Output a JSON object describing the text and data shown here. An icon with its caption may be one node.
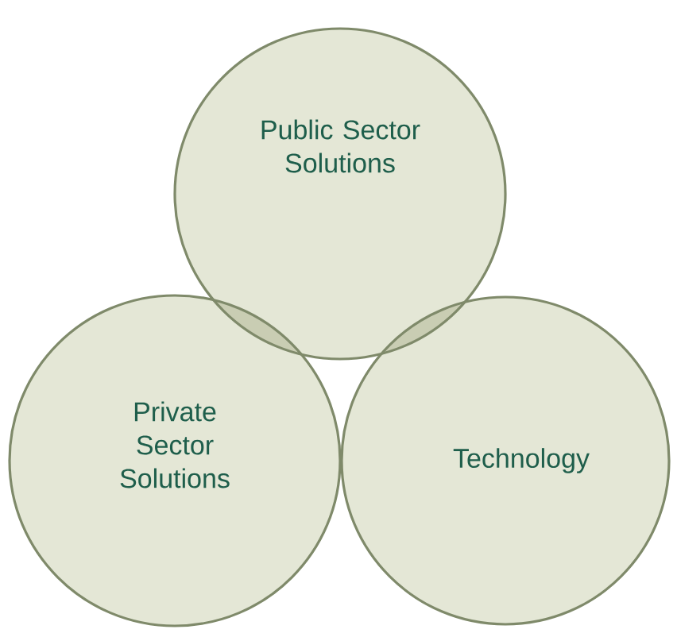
{
  "diagram": {
    "nodes": [
      {
        "text": [
          "Public Sector Solutions"
        ]
      },
      {
        "text": [
          "Private Sector Solutions"
        ]
      },
      {
        "text": [
          "Technology"
        ]
      }
    ]
  }
}
